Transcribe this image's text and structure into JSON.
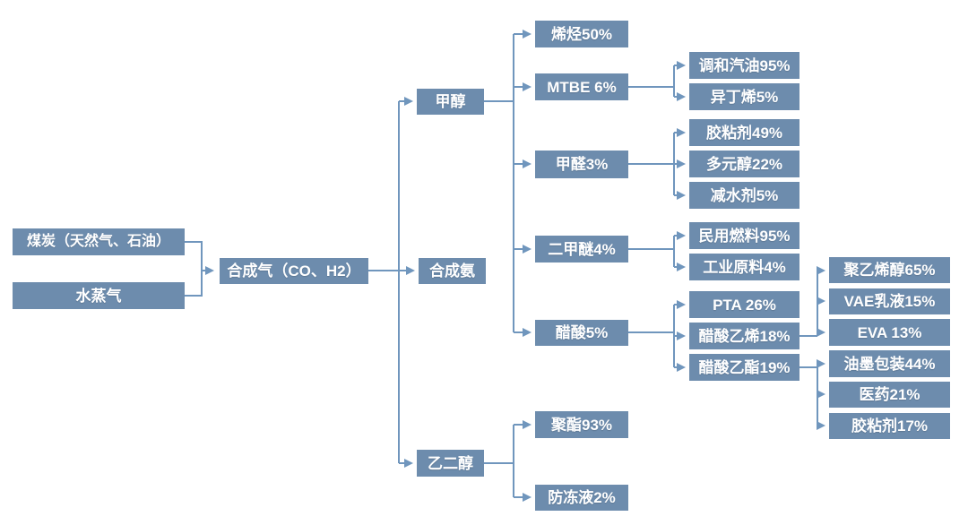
{
  "diagram": {
    "description_colors": {
      "box_fill": "#6d8cad",
      "box_text": "#ffffff",
      "connector": "#7096bd",
      "background": "#ffffff"
    },
    "nodes": {
      "coal": {
        "label": "煤炭（天然气、石油）"
      },
      "steam": {
        "label": "水蒸气"
      },
      "syngas": {
        "label": "合成气（CO、H2）"
      },
      "methanol": {
        "label": "甲醇"
      },
      "ammonia": {
        "label": "合成氨"
      },
      "ethylene_glycol": {
        "label": "乙二醇"
      },
      "olefins": {
        "label": "烯烃50%"
      },
      "mtbe": {
        "label": "MTBE 6%"
      },
      "formaldehyde": {
        "label": "甲醛3%"
      },
      "dme": {
        "label": "二甲醚4%"
      },
      "acetic_acid": {
        "label": "醋酸5%"
      },
      "polyester": {
        "label": "聚酯93%"
      },
      "antifreeze": {
        "label": "防冻液2%"
      },
      "blended_gasoline": {
        "label": "调和汽油95%"
      },
      "isobutylene": {
        "label": "异丁烯5%"
      },
      "adhesive_49": {
        "label": "胶粘剂49%"
      },
      "polyol": {
        "label": "多元醇22%"
      },
      "water_reducer": {
        "label": "减水剂5%"
      },
      "civil_fuel": {
        "label": "民用燃料95%"
      },
      "industrial_raw": {
        "label": "工业原料4%"
      },
      "pta": {
        "label": "PTA 26%"
      },
      "vinyl_acetate": {
        "label": "醋酸乙烯18%"
      },
      "ethyl_acetate": {
        "label": "醋酸乙酯19%"
      },
      "pva": {
        "label": "聚乙烯醇65%"
      },
      "vae_emulsion": {
        "label": "VAE乳液15%"
      },
      "eva": {
        "label": "EVA 13%"
      },
      "ink_packaging": {
        "label": "油墨包装44%"
      },
      "pharma": {
        "label": "医药21%"
      },
      "adhesive_17": {
        "label": "胶粘剂17%"
      }
    },
    "edges": [
      [
        "煤炭（天然气、石油）",
        "合成气（CO、H2）"
      ],
      [
        "水蒸气",
        "合成气（CO、H2）"
      ],
      [
        "合成气（CO、H2）",
        "甲醇"
      ],
      [
        "合成气（CO、H2）",
        "合成氨"
      ],
      [
        "合成气（CO、H2）",
        "乙二醇"
      ],
      [
        "甲醇",
        "烯烃50%"
      ],
      [
        "甲醇",
        "MTBE 6%"
      ],
      [
        "甲醇",
        "甲醛3%"
      ],
      [
        "甲醇",
        "二甲醚4%"
      ],
      [
        "甲醇",
        "醋酸5%"
      ],
      [
        "MTBE 6%",
        "调和汽油95%"
      ],
      [
        "MTBE 6%",
        "异丁烯5%"
      ],
      [
        "甲醛3%",
        "胶粘剂49%"
      ],
      [
        "甲醛3%",
        "多元醇22%"
      ],
      [
        "甲醛3%",
        "减水剂5%"
      ],
      [
        "二甲醚4%",
        "民用燃料95%"
      ],
      [
        "二甲醚4%",
        "工业原料4%"
      ],
      [
        "醋酸5%",
        "PTA 26%"
      ],
      [
        "醋酸5%",
        "醋酸乙烯18%"
      ],
      [
        "醋酸5%",
        "醋酸乙酯19%"
      ],
      [
        "醋酸乙烯18%",
        "聚乙烯醇65%"
      ],
      [
        "醋酸乙烯18%",
        "VAE乳液15%"
      ],
      [
        "醋酸乙烯18%",
        "EVA 13%"
      ],
      [
        "醋酸乙酯19%",
        "油墨包装44%"
      ],
      [
        "醋酸乙酯19%",
        "医药21%"
      ],
      [
        "醋酸乙酯19%",
        "胶粘剂17%"
      ],
      [
        "乙二醇",
        "聚酯93%"
      ],
      [
        "乙二醇",
        "防冻液2%"
      ]
    ]
  }
}
